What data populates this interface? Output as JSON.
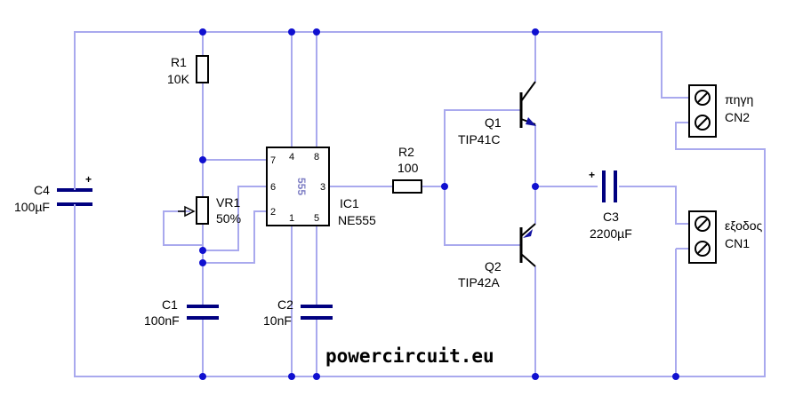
{
  "components": {
    "r1": {
      "ref": "R1",
      "value": "10K"
    },
    "r2": {
      "ref": "R2",
      "value": "100"
    },
    "vr1": {
      "ref": "VR1",
      "value": "50%"
    },
    "c1": {
      "ref": "C1",
      "value": "100nF"
    },
    "c2": {
      "ref": "C2",
      "value": "10nF"
    },
    "c3": {
      "ref": "C3",
      "value": "2200µF"
    },
    "c4": {
      "ref": "C4",
      "value": "100µF"
    },
    "ic1": {
      "ref": "IC1",
      "value": "NE555",
      "chip_label": "555",
      "pins": {
        "p1": "1",
        "p2": "2",
        "p3": "3",
        "p4": "4",
        "p5": "5",
        "p6": "6",
        "p7": "7",
        "p8": "8"
      }
    },
    "q1": {
      "ref": "Q1",
      "value": "TIP41C"
    },
    "q2": {
      "ref": "Q2",
      "value": "TIP42A"
    },
    "cn2": {
      "ref": "CN2",
      "value": "πηγη"
    },
    "cn1": {
      "ref": "CN1",
      "value": "εξοδος"
    }
  },
  "polarity_mark": "+",
  "watermark": "powercircuit.eu",
  "colors": {
    "wire": "#a9a9ee",
    "junction": "#1010d0",
    "capacitor": "#000080",
    "chip_text": "#7e7ec4"
  }
}
